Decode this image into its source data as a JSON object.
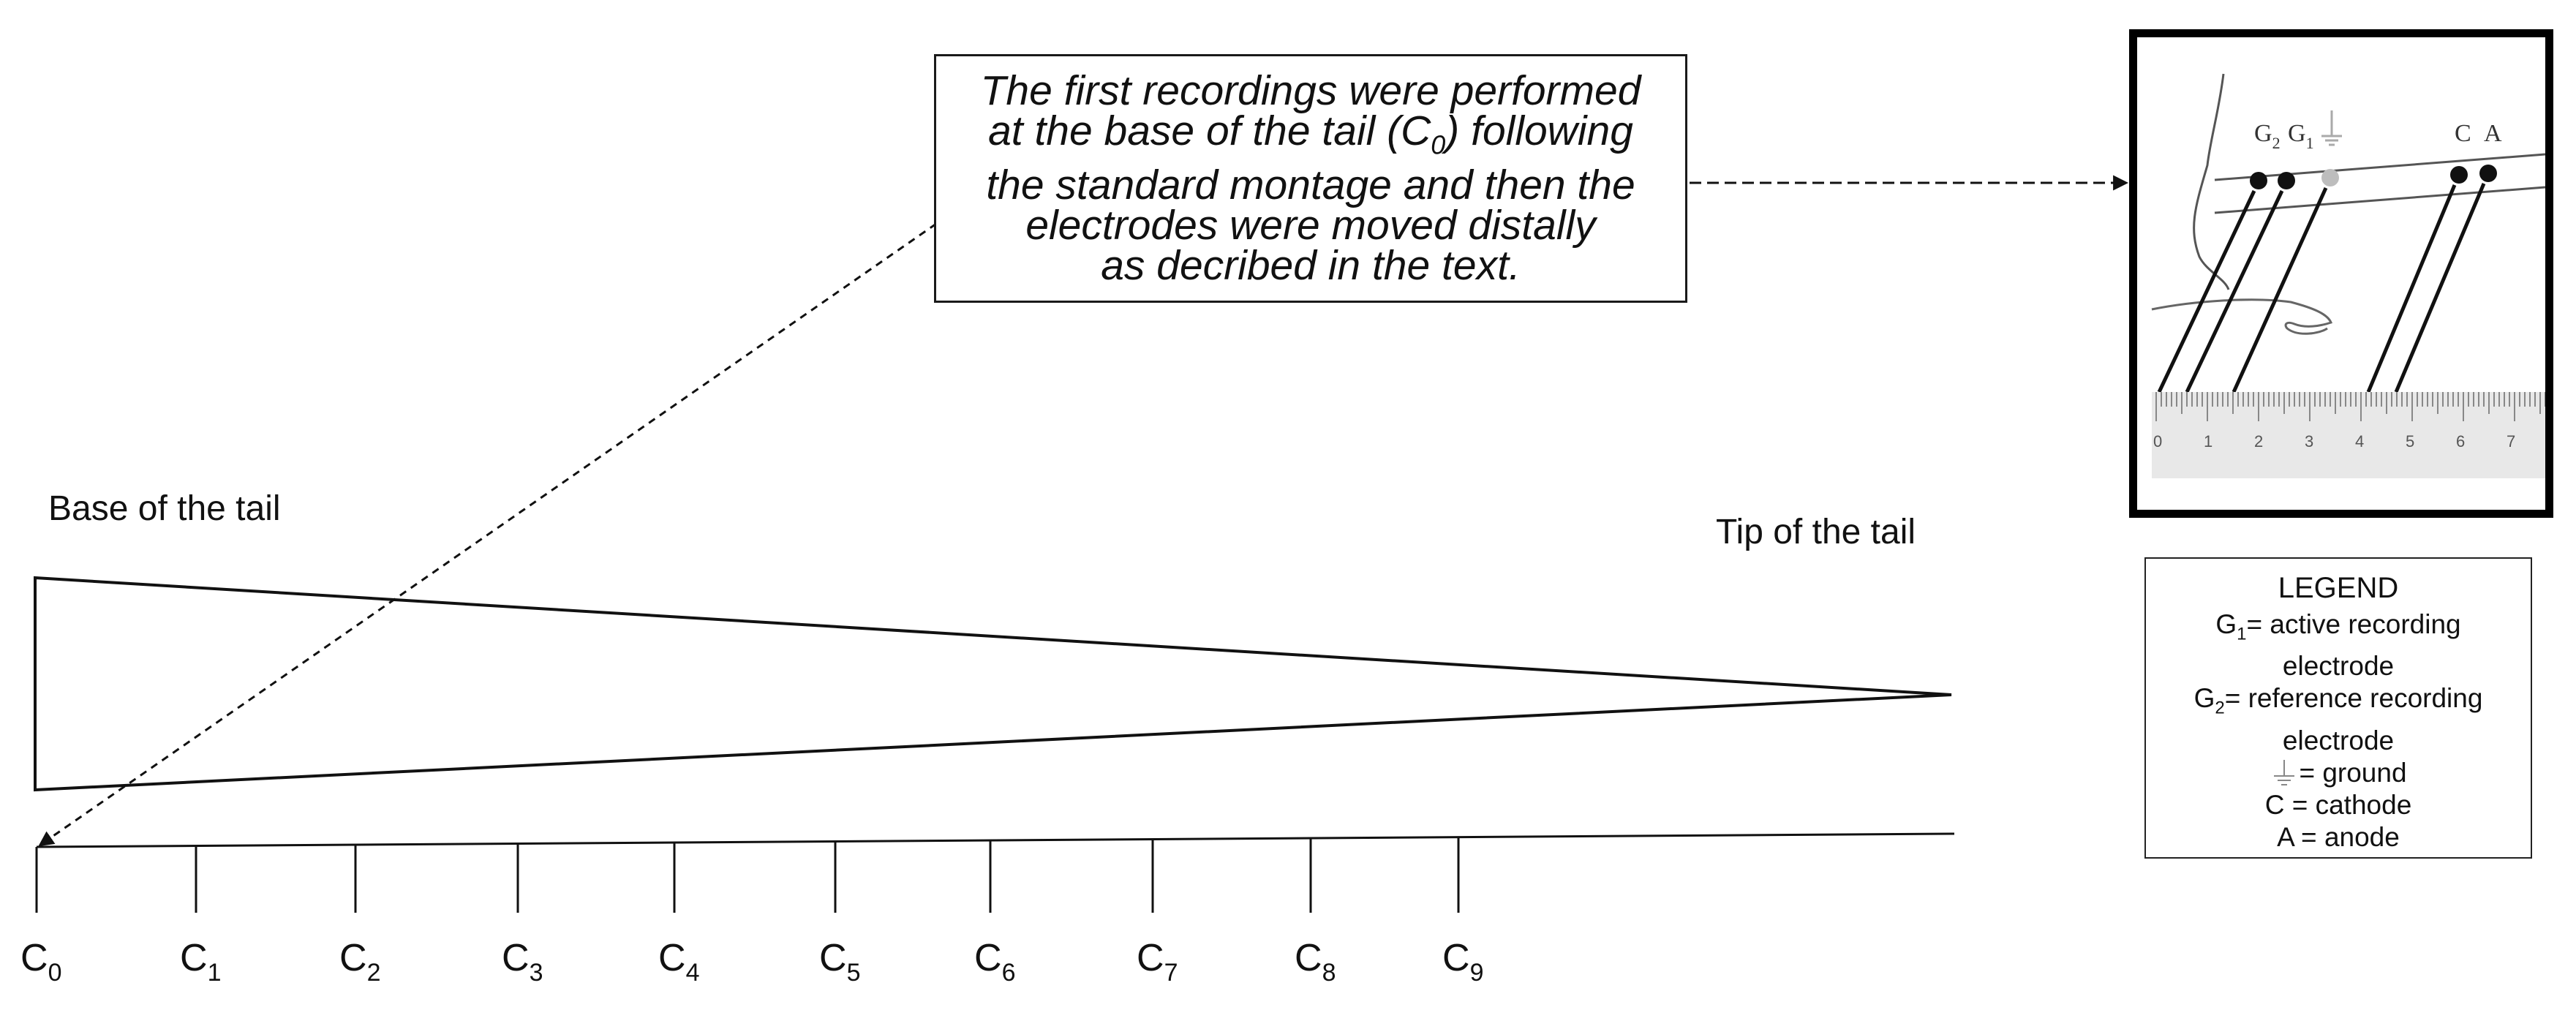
{
  "callout": {
    "line1": "The first recordings were performed",
    "line2_pre": "at the base of the tail (C",
    "line2_sub": "0",
    "line2_post": ") following",
    "line3": "the standard montage and then the",
    "line4": "electrodes were moved distally",
    "line5": "as decribed in the text."
  },
  "labels": {
    "base": "Base of the tail",
    "tip": "Tip of the tail"
  },
  "ticks": [
    {
      "main": "C",
      "sub": "0"
    },
    {
      "main": "C",
      "sub": "1"
    },
    {
      "main": "C",
      "sub": "2"
    },
    {
      "main": "C",
      "sub": "3"
    },
    {
      "main": "C",
      "sub": "4"
    },
    {
      "main": "C",
      "sub": "5"
    },
    {
      "main": "C",
      "sub": "6"
    },
    {
      "main": "C",
      "sub": "7"
    },
    {
      "main": "C",
      "sub": "8"
    },
    {
      "main": "C",
      "sub": "9"
    }
  ],
  "inset": {
    "g_label": "G",
    "g2_sub": "2",
    "g1_sub": "1",
    "c_label": "C",
    "a_label": "A",
    "ruler_numbers": [
      "0",
      "1",
      "2",
      "3",
      "4",
      "5",
      "6",
      "7"
    ]
  },
  "legend": {
    "title": "LEGEND",
    "g1_main": "G",
    "g1_sub": "1",
    "g1_text": "= active recording",
    "g1_text2": "electrode",
    "g2_main": "G",
    "g2_sub": "2",
    "g2_text": "= reference recording",
    "g2_text2": "electrode",
    "ground_text": "= ground",
    "cathode": "C = cathode",
    "anode": "A = anode"
  },
  "colors": {
    "line": "#111111",
    "ground_dot": "#bdbdbd",
    "ruler_bg": "#e8e8e8"
  }
}
